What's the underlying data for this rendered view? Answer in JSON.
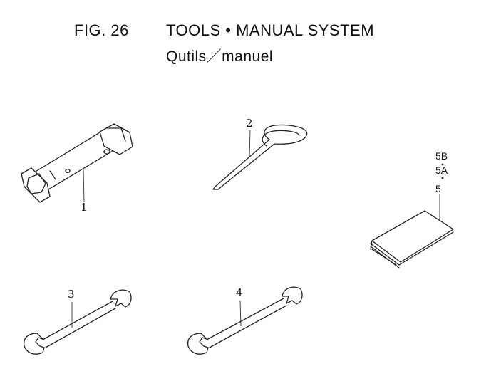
{
  "header": {
    "fig_label": "FIG. 26",
    "title": "TOOLS • MANUAL  SYSTEM",
    "subtitle": "Qutils／manuel"
  },
  "parts": [
    {
      "ref": "1",
      "icon": "box-wrench-icon"
    },
    {
      "ref": "2",
      "icon": "pin-tool-icon"
    },
    {
      "ref": "3",
      "icon": "open-end-wrench-icon"
    },
    {
      "ref": "4",
      "icon": "open-end-wrench-icon"
    },
    {
      "ref": "5",
      "icon": "manual-booklet-icon"
    },
    {
      "ref": "5A",
      "icon": "manual-booklet-icon"
    },
    {
      "ref": "5B",
      "icon": "manual-booklet-icon"
    }
  ]
}
